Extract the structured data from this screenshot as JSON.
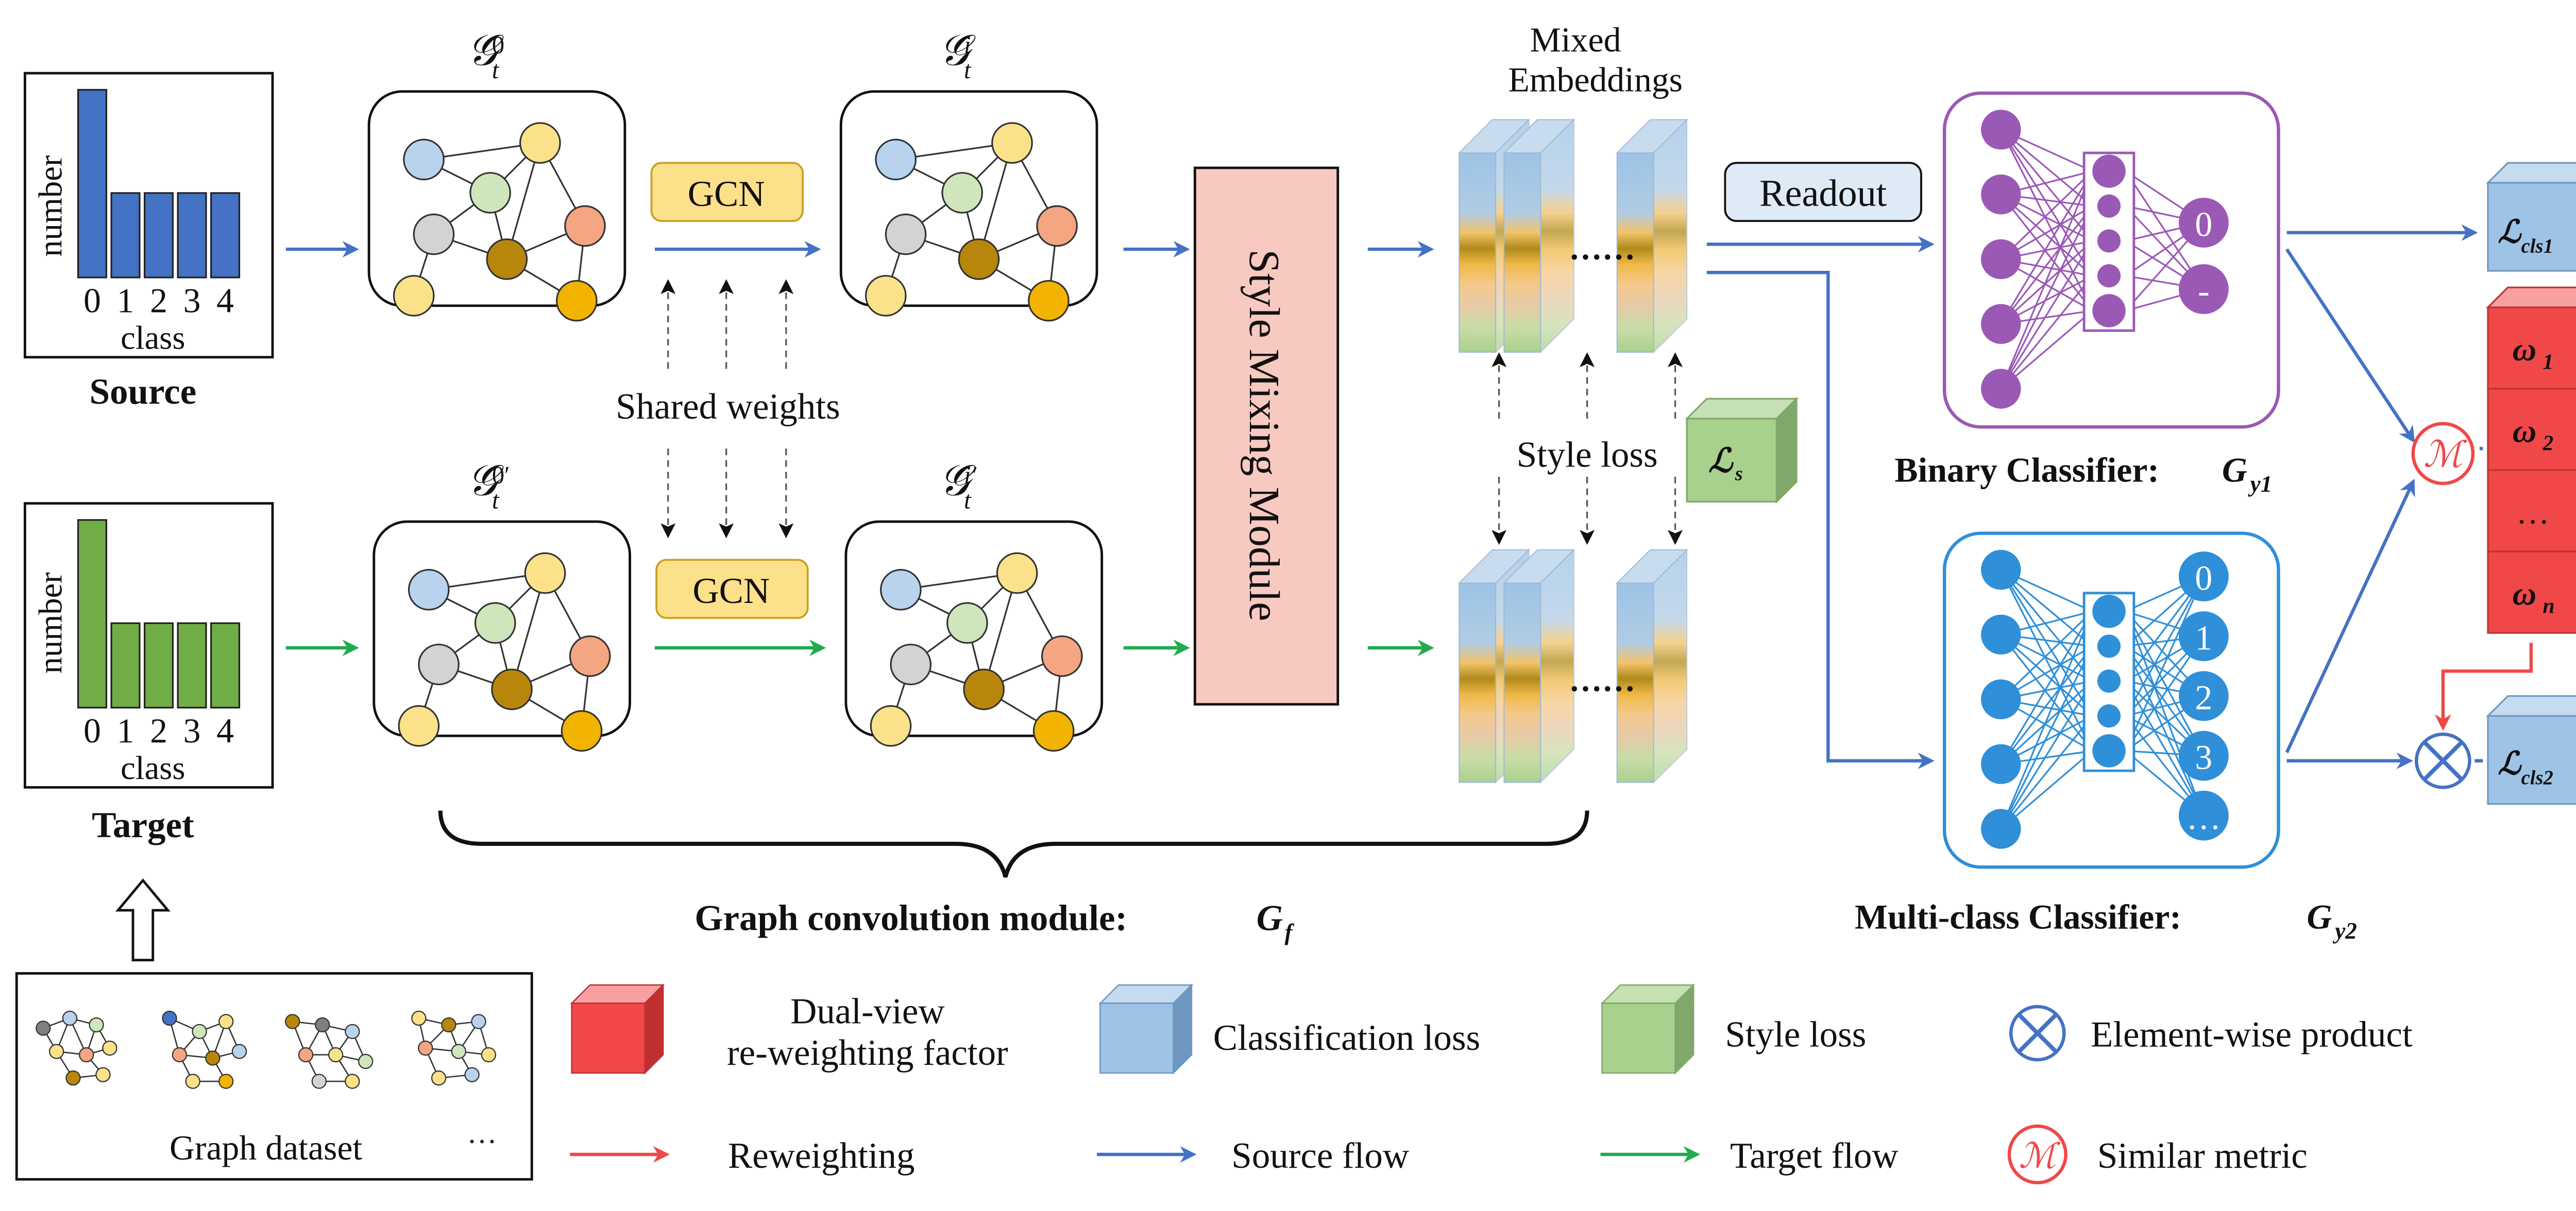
{
  "histograms": {
    "source": {
      "title": "Source",
      "ylabel": "number",
      "xlabel": "class",
      "ticks": [
        "0",
        "1",
        "2",
        "3",
        "4"
      ],
      "values": [
        1.0,
        0.45,
        0.45,
        0.45,
        0.45
      ],
      "color": "#4472c4"
    },
    "target": {
      "title": "Target",
      "ylabel": "number",
      "xlabel": "class",
      "ticks": [
        "0",
        "1",
        "2",
        "3",
        "4"
      ],
      "values": [
        1.0,
        0.45,
        0.45,
        0.45,
        0.45
      ],
      "color": "#70ad47"
    }
  },
  "graphs": {
    "g0_symbol": "𝒢",
    "g0_sub": "t",
    "g0_sup": "0",
    "gi_symbol": "𝒢",
    "gi_sub": "t",
    "gi_sup": "i",
    "g0p_symbol": "𝒢",
    "g0p_sub": "t",
    "g0p_sup": "0′",
    "gip_symbol": "𝒢",
    "gip_sub": "t",
    "gip_sup": "i′"
  },
  "gcn_top": "GCN",
  "gcn_bottom": "GCN",
  "shared_weights": "Shared weights",
  "style_mixing": "Style Mixing Module",
  "mixed_embeddings": {
    "line1": "Mixed",
    "line2": "Embeddings"
  },
  "ellipsis": "……",
  "style_loss": "Style loss",
  "loss_s": {
    "symbol": "ℒ",
    "sub": "s"
  },
  "readout": "Readout",
  "binary_outputs": [
    "0",
    "-"
  ],
  "multi_outputs": [
    "0",
    "1",
    "2",
    "3",
    "…"
  ],
  "binary_label": {
    "text": "Binary Classifier: ",
    "symbol": "G",
    "sub": "y1"
  },
  "multi_label": {
    "text": "Multi-class Classifier: ",
    "symbol": "G",
    "sub": "y2"
  },
  "module_label": {
    "text": "Graph convolution module: ",
    "symbol": "G",
    "sub": "f"
  },
  "loss_cls1": {
    "symbol": "ℒ",
    "sub": "cls1"
  },
  "loss_cls2": {
    "symbol": "ℒ",
    "sub": "cls2"
  },
  "weights": [
    {
      "symbol": "ω",
      "sub": "1"
    },
    {
      "symbol": "ω",
      "sub": "2"
    },
    {
      "symbol": "…",
      "sub": ""
    },
    {
      "symbol": "ω",
      "sub": "n"
    }
  ],
  "metric_symbol": "ℳ",
  "dataset_label": "Graph dataset",
  "dataset_ellipsis": "…",
  "legend": {
    "reweight_factor_1": "Dual-view",
    "reweight_factor_2": "re-weighting factor",
    "classification_loss": "Classification loss",
    "style_loss": "Style loss",
    "element_wise": "Element-wise product",
    "reweighting": "Reweighting",
    "source_flow": "Source flow",
    "target_flow": "Target flow",
    "similar_metric": "Similar metric"
  },
  "colors": {
    "source_flow": "#4472c4",
    "target_flow": "#22aa4f",
    "reweighting": "#f04848",
    "binary": "#9b59b6",
    "multi": "#2f8fd8",
    "style_mixing_fill": "#f8c9c0",
    "gcn_fill": "#fde08a",
    "readout_fill": "#deebf7",
    "red_cube": "#f04848",
    "blue_cube": "#9dc3e6",
    "green_cube": "#a9d18e"
  }
}
